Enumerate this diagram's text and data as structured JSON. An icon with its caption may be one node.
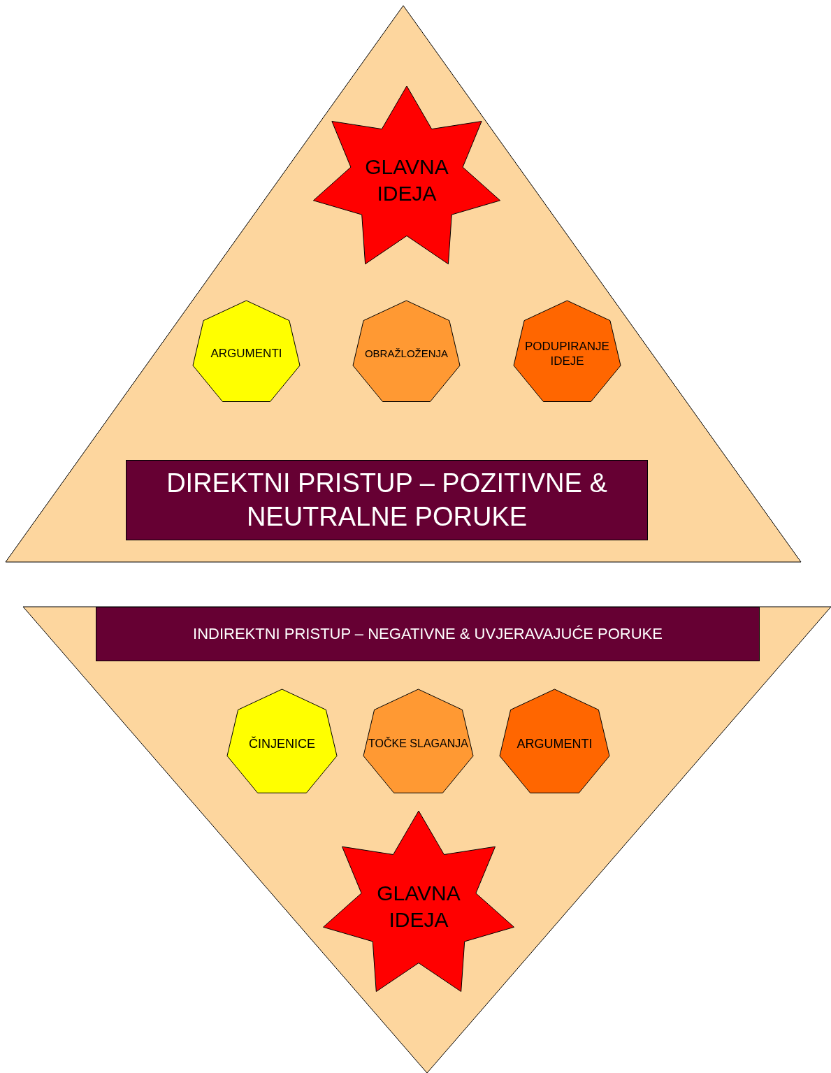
{
  "diagram": {
    "nodes": [
      {
        "text": [],
        "shape": "triangle"
      },
      {
        "text": [
          "GLAVNA IDEJA"
        ],
        "in": 0
      },
      {
        "text": [
          "ARGUMENTI"
        ],
        "in": 0
      },
      {
        "text": [
          "OBRAŽLOŽENJA"
        ],
        "in": 0
      },
      {
        "text": [
          "PODUPIRANJE IDEJE"
        ],
        "in": 0
      },
      {
        "text": [
          "DIREKTNI PRISTUP – POZITIVNE & NEUTRALNE PORUKE"
        ],
        "in": 0
      },
      {
        "text": [],
        "shape": "triangle"
      },
      {
        "text": [
          "INDIREKTNI PRISTUP – NEGATIVNE & UVJERAVAJUĆE PORUKE"
        ],
        "in": 6
      },
      {
        "text": [
          "ČINJENICE"
        ],
        "in": 6
      },
      {
        "text": [
          "TOČKE SLAGANJA"
        ],
        "in": 6
      },
      {
        "text": [
          "ARGUMENTI"
        ],
        "in": 6
      },
      {
        "text": [
          "GLAVNA IDEJA"
        ],
        "in": 6
      }
    ]
  }
}
